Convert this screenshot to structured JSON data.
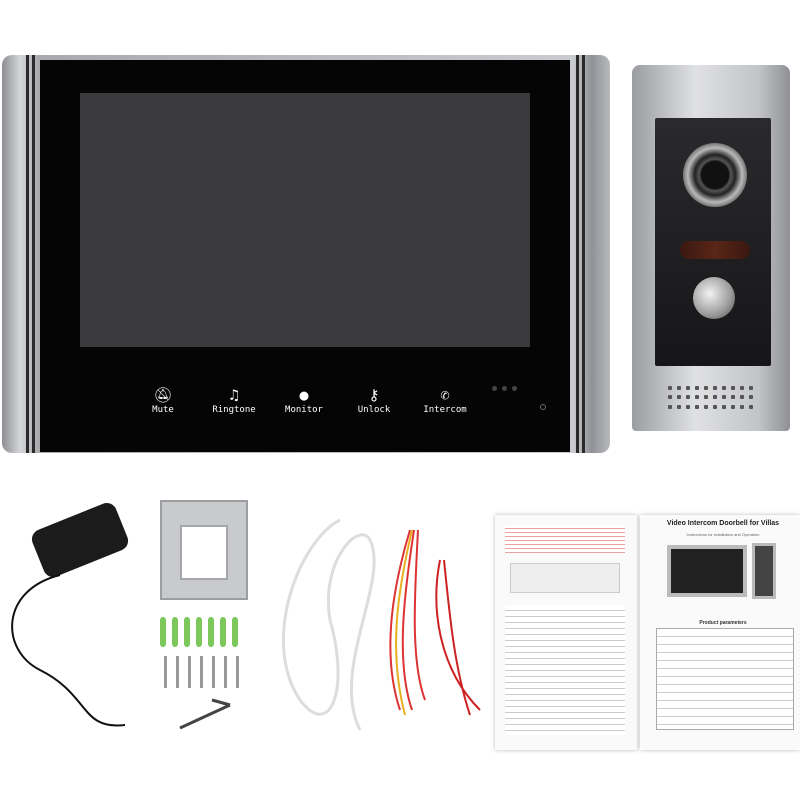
{
  "monitor": {
    "buttons": [
      {
        "label": "Mute",
        "icon": "bell-off-icon"
      },
      {
        "label": "Ringtone",
        "icon": "music-note-icon"
      },
      {
        "label": "Monitor",
        "icon": "person-icon"
      },
      {
        "label": "Unlock",
        "icon": "key-icon"
      },
      {
        "label": "Intercom",
        "icon": "phone-icon"
      }
    ]
  },
  "manual": {
    "title": "Video Intercom Doorbell for Villas",
    "subtitle": "Instructions for Installation and Operation",
    "section": "Product parameters"
  },
  "colors": {
    "frame": "#c9cbce",
    "panel": "#050505",
    "screen": "#3b3b3d",
    "anchors": "#7cc85a"
  }
}
